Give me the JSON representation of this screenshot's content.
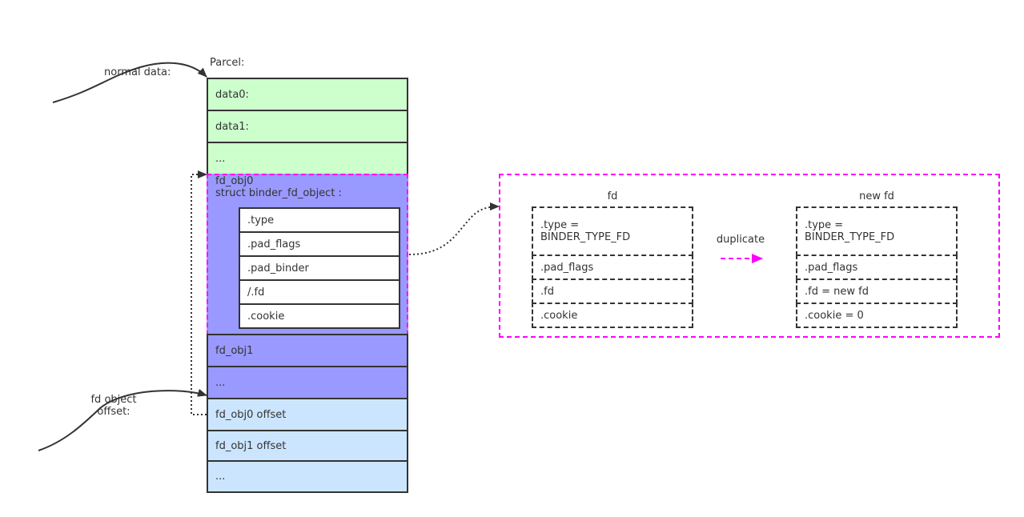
{
  "parcel": {
    "title": "Parcel:",
    "normal_data_label": "normal data:",
    "fd_offset_label": "fd object\noffset:",
    "data0": "data0:",
    "data1": "data1:",
    "ellipsis1": "...",
    "fd_obj0_header": "fd_obj0\nstruct binder_fd_object :",
    "fields": [
      ".type",
      ".pad_flags",
      ".pad_binder",
      "/.fd",
      ".cookie"
    ],
    "fd_obj1": "fd_obj1",
    "ellipsis2": "...",
    "fd_obj0_offset": "fd_obj0 offset",
    "fd_obj1_offset": "fd_obj1 offset",
    "ellipsis3": "..."
  },
  "detail": {
    "fd_title": "fd",
    "new_fd_title": "new fd",
    "duplicate_label": "duplicate",
    "fd_fields": [
      ".type =\nBINDER_TYPE_FD",
      ".pad_flags",
      ".fd",
      ".cookie"
    ],
    "new_fd_fields": [
      ".type =\nBINDER_TYPE_FD",
      ".pad_flags",
      ".fd = new fd",
      ".cookie = 0"
    ]
  },
  "colors": {
    "normal_data": "#ccffcc",
    "objects": "#9999ff",
    "offsets": "#cce5ff",
    "highlight": "#ff00ff"
  }
}
